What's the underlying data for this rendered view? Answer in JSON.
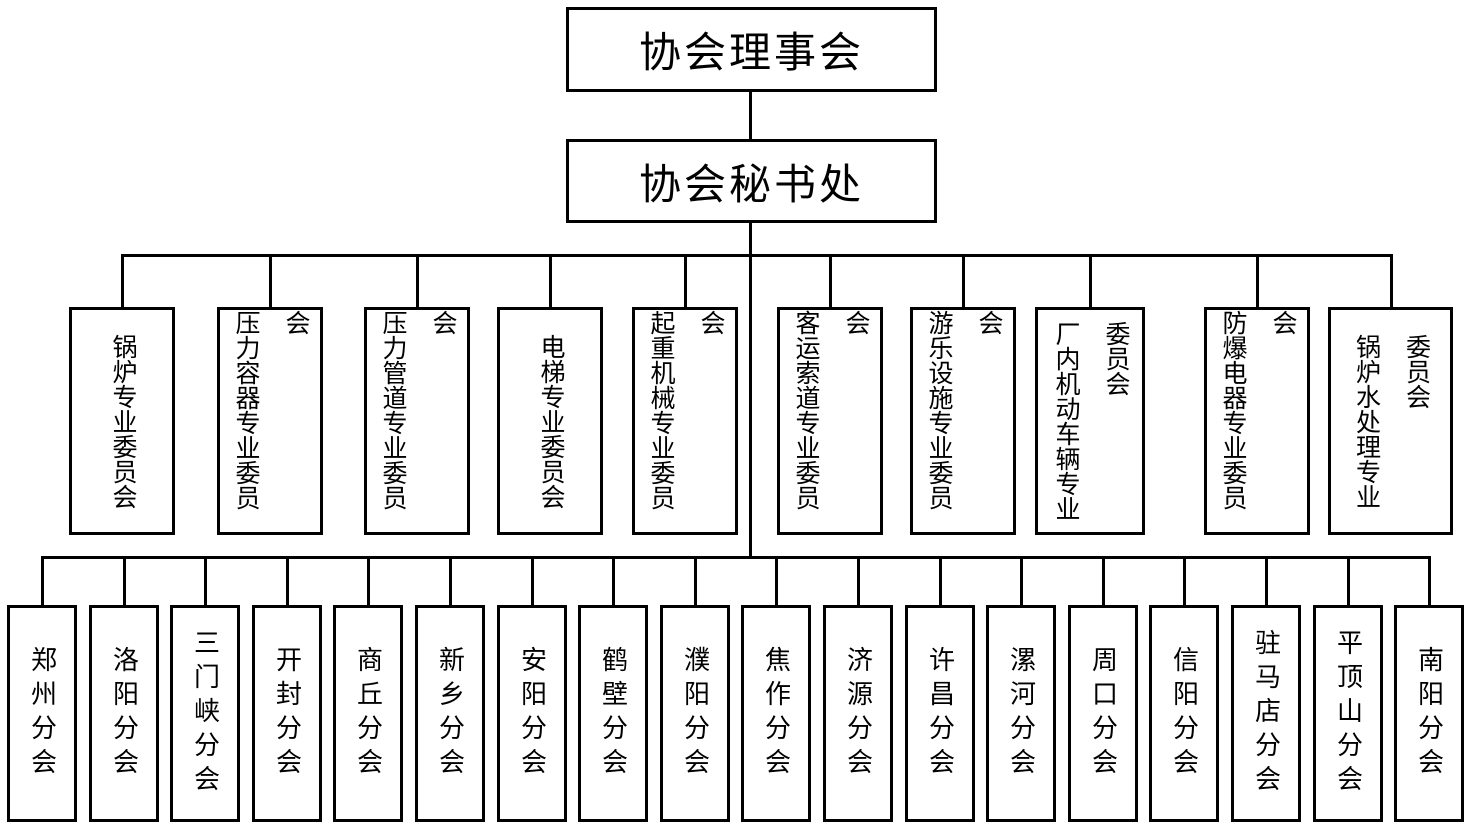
{
  "root": {
    "title": "协会理事会"
  },
  "secretariat": {
    "title": "协会秘书处"
  },
  "committees": [
    "锅炉专业委员会",
    "压力容器专业委员会",
    "压力管道专业委员会",
    "电梯专业委员会",
    "起重机械专业委员会",
    "客运索道专业委员会",
    "游乐设施专业委员会",
    "厂内机动车辆专业\n委员会",
    "防爆电器专业委员会",
    "锅炉水处理专业\n委员会"
  ],
  "branches": [
    "郑州分会",
    "洛阳分会",
    "三门峡分会",
    "开封分会",
    "商丘分会",
    "新乡分会",
    "安阳分会",
    "鹤壁分会",
    "濮阳分会",
    "焦作分会",
    "济源分会",
    "许昌分会",
    "漯河分会",
    "周口分会",
    "信阳分会",
    "驻马店分会",
    "平顶山分会",
    "南阳分会"
  ],
  "colors": {
    "line": "#000000",
    "background": "#ffffff",
    "text": "#000000"
  }
}
